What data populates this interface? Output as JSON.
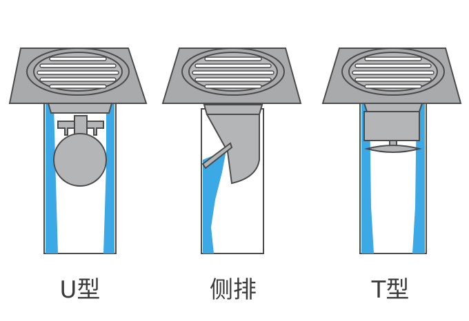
{
  "diagram": {
    "panels": [
      {
        "id": "u-type",
        "label": "U型"
      },
      {
        "id": "side-type",
        "label": "侧排"
      },
      {
        "id": "t-type",
        "label": "T型"
      }
    ],
    "colors": {
      "plate_fill": "#a9aaac",
      "plate_stroke": "#4a4a4a",
      "pipe_fill": "#ffffff",
      "pipe_stroke": "#4a4a4a",
      "water": "#3aa9e6",
      "part_fill": "#b4b5b7",
      "text": "#3a3a3a"
    }
  }
}
